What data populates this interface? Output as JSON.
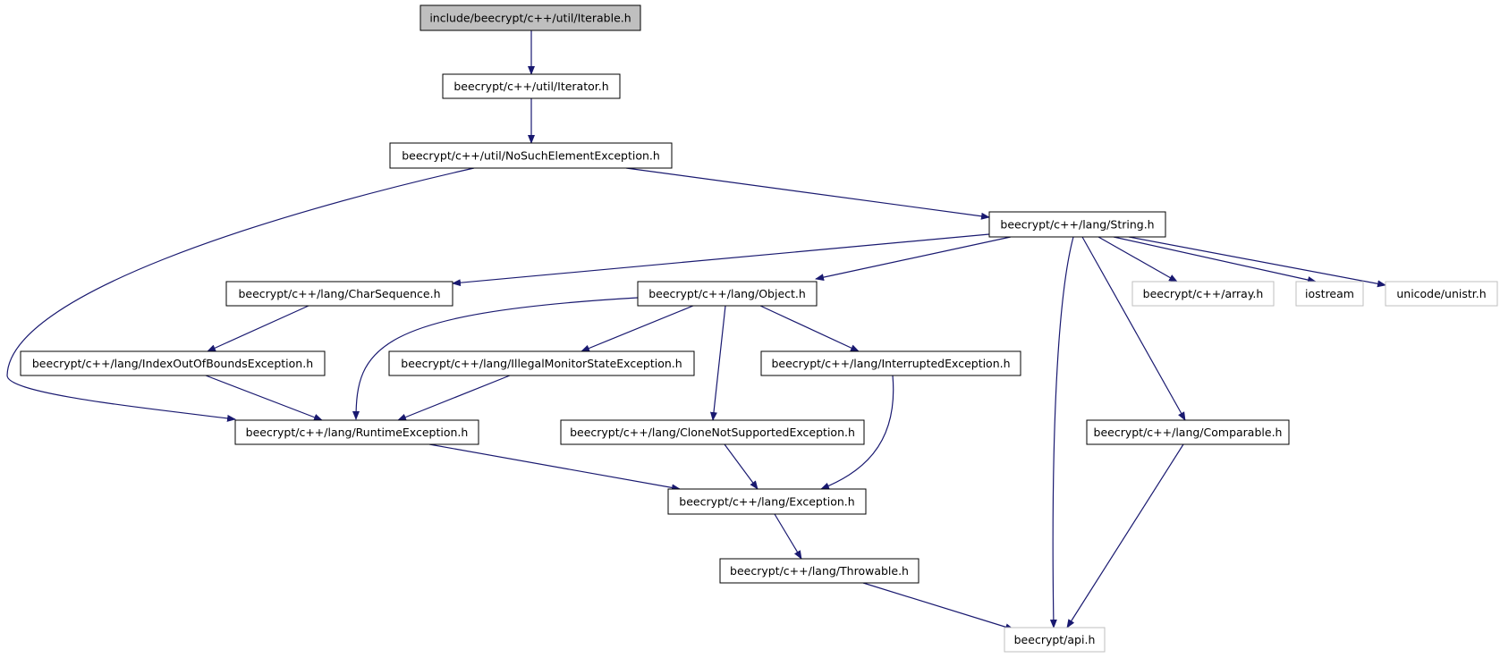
{
  "colors": {
    "edge": "#191970",
    "documented_border": "#000000",
    "undocumented_border": "#bfbfbf",
    "root_fill": "#bfbfbf",
    "node_fill": "#ffffff"
  },
  "nodes": [
    {
      "id": "iterable",
      "label": "include/beecrypt/c++/util/Iterable.h",
      "kind": "root"
    },
    {
      "id": "iterator",
      "label": "beecrypt/c++/util/Iterator.h",
      "kind": "documented"
    },
    {
      "id": "nosuch",
      "label": "beecrypt/c++/util/NoSuchElementException.h",
      "kind": "documented"
    },
    {
      "id": "string",
      "label": "beecrypt/c++/lang/String.h",
      "kind": "documented"
    },
    {
      "id": "charseq",
      "label": "beecrypt/c++/lang/CharSequence.h",
      "kind": "documented"
    },
    {
      "id": "object",
      "label": "beecrypt/c++/lang/Object.h",
      "kind": "documented"
    },
    {
      "id": "array",
      "label": "beecrypt/c++/array.h",
      "kind": "undocumented"
    },
    {
      "id": "iostream",
      "label": "iostream",
      "kind": "undocumented"
    },
    {
      "id": "unistr",
      "label": "unicode/unistr.h",
      "kind": "undocumented"
    },
    {
      "id": "indexout",
      "label": "beecrypt/c++/lang/IndexOutOfBoundsException.h",
      "kind": "documented"
    },
    {
      "id": "illegal",
      "label": "beecrypt/c++/lang/IllegalMonitorStateException.h",
      "kind": "documented"
    },
    {
      "id": "interrupted",
      "label": "beecrypt/c++/lang/InterruptedException.h",
      "kind": "documented"
    },
    {
      "id": "runtime",
      "label": "beecrypt/c++/lang/RuntimeException.h",
      "kind": "documented"
    },
    {
      "id": "clone",
      "label": "beecrypt/c++/lang/CloneNotSupportedException.h",
      "kind": "documented"
    },
    {
      "id": "comparable",
      "label": "beecrypt/c++/lang/Comparable.h",
      "kind": "documented"
    },
    {
      "id": "exception",
      "label": "beecrypt/c++/lang/Exception.h",
      "kind": "documented"
    },
    {
      "id": "throwable",
      "label": "beecrypt/c++/lang/Throwable.h",
      "kind": "documented"
    },
    {
      "id": "api",
      "label": "beecrypt/api.h",
      "kind": "undocumented"
    }
  ],
  "edges": [
    {
      "from": "iterable",
      "to": "iterator"
    },
    {
      "from": "iterator",
      "to": "nosuch"
    },
    {
      "from": "nosuch",
      "to": "runtime"
    },
    {
      "from": "nosuch",
      "to": "string"
    },
    {
      "from": "string",
      "to": "charseq"
    },
    {
      "from": "string",
      "to": "object"
    },
    {
      "from": "string",
      "to": "api"
    },
    {
      "from": "string",
      "to": "comparable"
    },
    {
      "from": "string",
      "to": "array"
    },
    {
      "from": "string",
      "to": "iostream"
    },
    {
      "from": "string",
      "to": "unistr"
    },
    {
      "from": "charseq",
      "to": "indexout"
    },
    {
      "from": "object",
      "to": "runtime"
    },
    {
      "from": "object",
      "to": "illegal"
    },
    {
      "from": "object",
      "to": "clone"
    },
    {
      "from": "object",
      "to": "interrupted"
    },
    {
      "from": "indexout",
      "to": "runtime"
    },
    {
      "from": "illegal",
      "to": "runtime"
    },
    {
      "from": "runtime",
      "to": "exception"
    },
    {
      "from": "clone",
      "to": "exception"
    },
    {
      "from": "interrupted",
      "to": "exception"
    },
    {
      "from": "comparable",
      "to": "api"
    },
    {
      "from": "exception",
      "to": "throwable"
    },
    {
      "from": "throwable",
      "to": "api"
    }
  ]
}
